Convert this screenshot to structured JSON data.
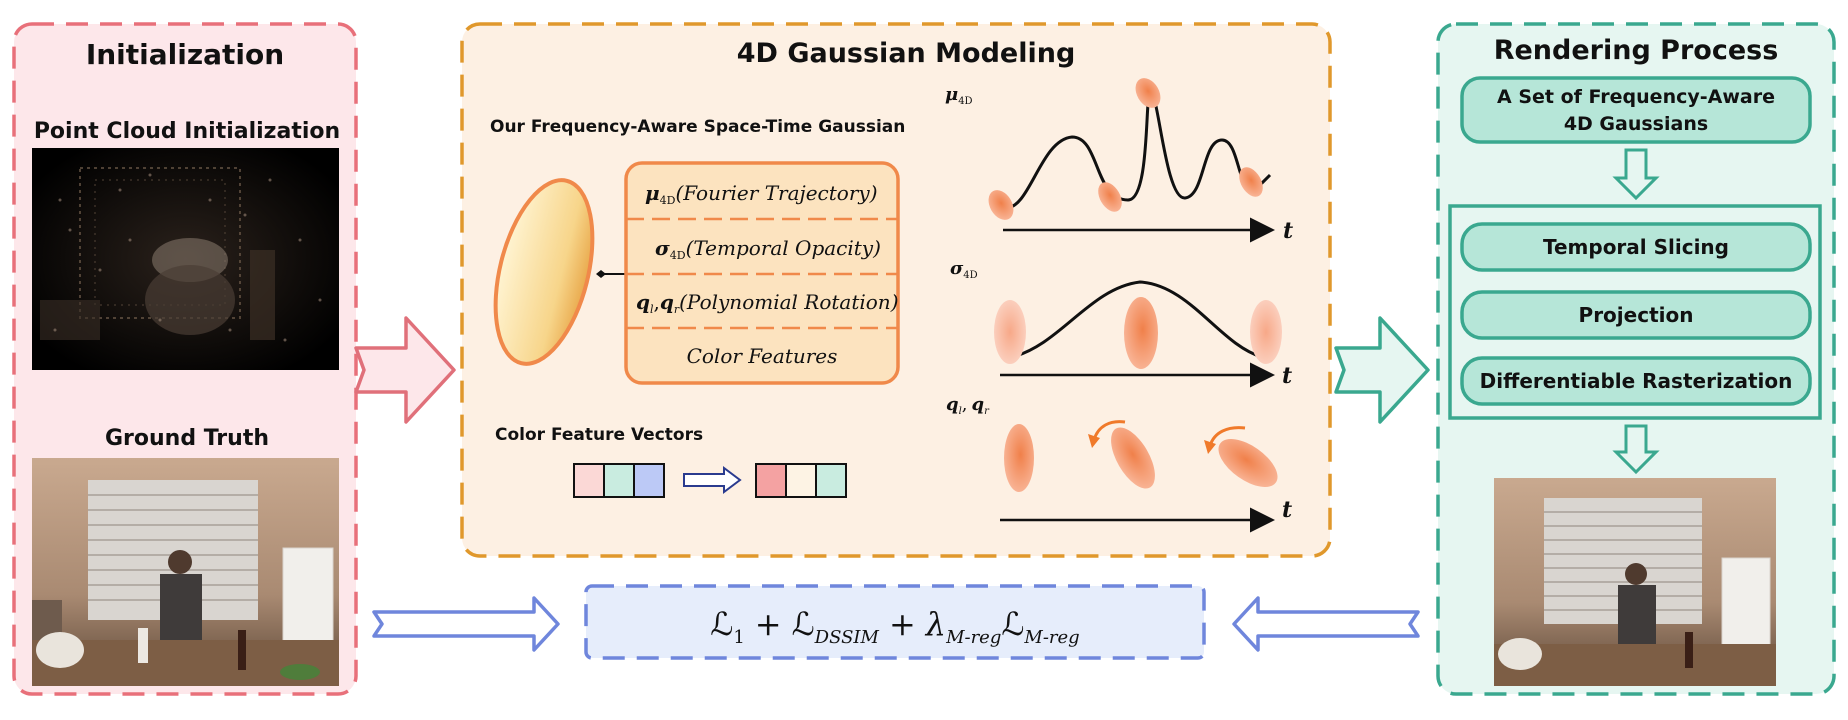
{
  "initialization": {
    "title": "Initialization",
    "point_cloud_label": "Point Cloud Initialization",
    "ground_truth_label": "Ground Truth"
  },
  "modeling": {
    "title": "4D Gaussian Modeling",
    "gaussian_label": "Our Frequency-Aware Space-Time Gaussian",
    "attributes": {
      "mu": {
        "symbol": "μ",
        "sub": "4D",
        "text": "(Fourier Trajectory)"
      },
      "sigma": {
        "symbol": "σ",
        "sub": "4D",
        "text": "(Temporal Opacity)"
      },
      "q": {
        "sym1": "q",
        "sub1": "l",
        "sep": ",",
        "sym2": "q",
        "sub2": "r",
        "text": "(Polynomial Rotation)"
      },
      "color": {
        "text": "Color Features"
      }
    },
    "color_vectors_label": "Color Feature Vectors",
    "plots": {
      "mu": {
        "symbol": "μ",
        "sub": "4D",
        "axis": "t"
      },
      "sigma": {
        "symbol": "σ",
        "sub": "4D",
        "axis": "t"
      },
      "q": {
        "sym1": "q",
        "sub1": "l",
        "sep": ",",
        "sym2": "q",
        "sub2": "r",
        "axis": "t"
      }
    }
  },
  "loss": {
    "L": "ℒ",
    "sub1": "1",
    "plus": "+",
    "sub_dssim": "DSSIM",
    "lambda": "λ",
    "sub_mreg": "M-reg"
  },
  "rendering": {
    "title": "Rendering Process",
    "gaussians_label_line1": "A Set of Frequency-Aware",
    "gaussians_label_line2": "4D Gaussians",
    "steps": [
      "Temporal Slicing",
      "Projection",
      "Differentiable Rasterization"
    ]
  },
  "colors": {
    "init_border": "#e8707a",
    "init_fill": "#fde7ea",
    "model_border": "#e0982c",
    "model_fill": "#fdf0e3",
    "render_border": "#3aa88f",
    "render_fill": "#e6f6f1",
    "loss_border": "#6f86dc",
    "loss_fill": "#e6edfb",
    "gaussian_orange": "#f0894a",
    "attr_fill": "#fce3bf"
  }
}
